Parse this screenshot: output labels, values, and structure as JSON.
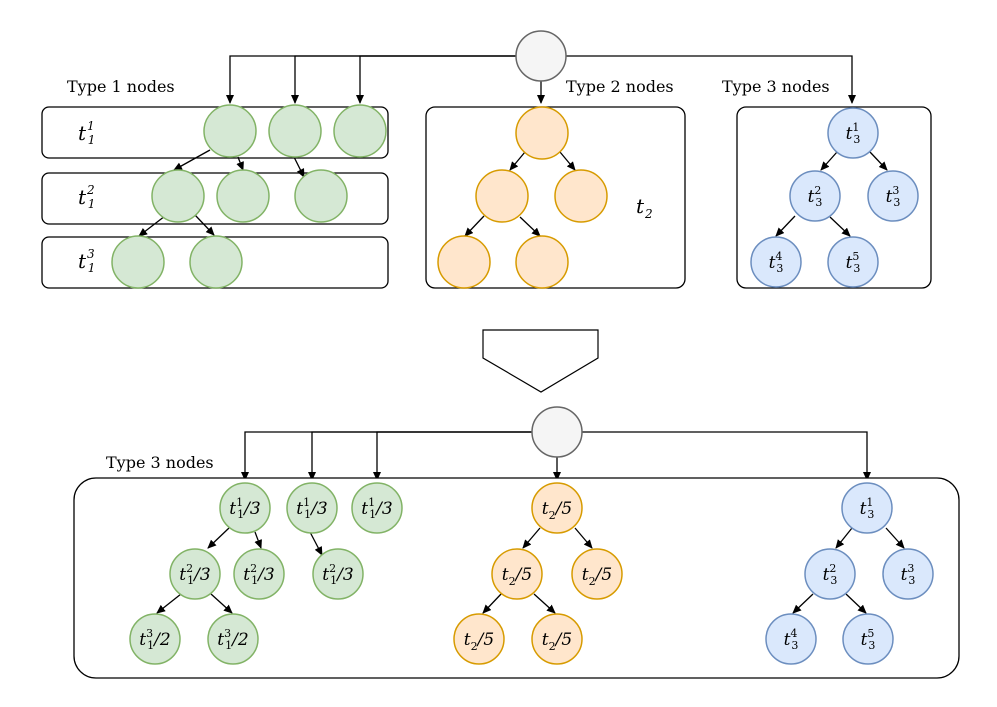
{
  "top": {
    "group1": {
      "title": "Type 1 nodes",
      "rows": [
        {
          "base": "t",
          "sub": "1",
          "sup": "1"
        },
        {
          "base": "t",
          "sub": "1",
          "sup": "2"
        },
        {
          "base": "t",
          "sub": "1",
          "sup": "3"
        }
      ]
    },
    "group2": {
      "title": "Type 2 nodes",
      "label": {
        "base": "t",
        "sub": "2",
        "sup": ""
      }
    },
    "group3": {
      "title": "Type 3 nodes",
      "nodes": [
        {
          "base": "t",
          "sub": "3",
          "sup": "1",
          "suffix": ""
        },
        {
          "base": "t",
          "sub": "3",
          "sup": "2",
          "suffix": ""
        },
        {
          "base": "t",
          "sub": "3",
          "sup": "3",
          "suffix": ""
        },
        {
          "base": "t",
          "sub": "3",
          "sup": "4",
          "suffix": ""
        },
        {
          "base": "t",
          "sub": "3",
          "sup": "5",
          "suffix": ""
        }
      ]
    }
  },
  "bottom": {
    "title": "Type 3 nodes",
    "green_nodes": [
      {
        "base": "t",
        "sub": "1",
        "sup": "1",
        "suffix": "/3"
      },
      {
        "base": "t",
        "sub": "1",
        "sup": "1",
        "suffix": "/3"
      },
      {
        "base": "t",
        "sub": "1",
        "sup": "1",
        "suffix": "/3"
      },
      {
        "base": "t",
        "sub": "1",
        "sup": "2",
        "suffix": "/3"
      },
      {
        "base": "t",
        "sub": "1",
        "sup": "2",
        "suffix": "/3"
      },
      {
        "base": "t",
        "sub": "1",
        "sup": "2",
        "suffix": "/3"
      },
      {
        "base": "t",
        "sub": "1",
        "sup": "3",
        "suffix": "/2"
      },
      {
        "base": "t",
        "sub": "1",
        "sup": "3",
        "suffix": "/2"
      }
    ],
    "orange_nodes": [
      {
        "base": "t",
        "sub": "2",
        "sup": "",
        "suffix": "/5"
      },
      {
        "base": "t",
        "sub": "2",
        "sup": "",
        "suffix": "/5"
      },
      {
        "base": "t",
        "sub": "2",
        "sup": "",
        "suffix": "/5"
      },
      {
        "base": "t",
        "sub": "2",
        "sup": "",
        "suffix": "/5"
      },
      {
        "base": "t",
        "sub": "2",
        "sup": "",
        "suffix": "/5"
      }
    ],
    "blue_nodes": [
      {
        "base": "t",
        "sub": "3",
        "sup": "1",
        "suffix": ""
      },
      {
        "base": "t",
        "sub": "3",
        "sup": "2",
        "suffix": ""
      },
      {
        "base": "t",
        "sub": "3",
        "sup": "3",
        "suffix": ""
      },
      {
        "base": "t",
        "sub": "3",
        "sup": "4",
        "suffix": ""
      },
      {
        "base": "t",
        "sub": "3",
        "sup": "5",
        "suffix": ""
      }
    ]
  },
  "colors": {
    "green_fill": "#d5e8d4",
    "green_stroke": "#82b366",
    "orange_fill": "#ffe6cc",
    "orange_stroke": "#d79b00",
    "blue_fill": "#dae8fc",
    "blue_stroke": "#6c8ebf",
    "root_fill": "#f5f5f5",
    "root_stroke": "#666666"
  }
}
